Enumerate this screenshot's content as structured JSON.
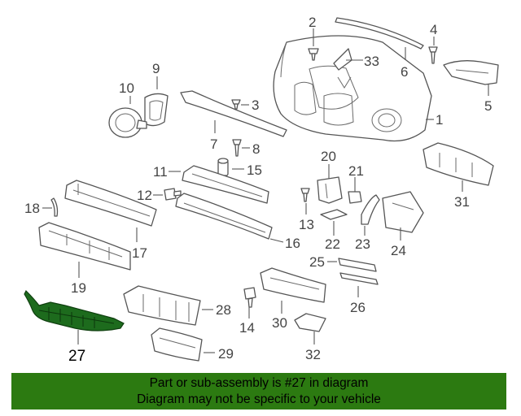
{
  "diagram": {
    "highlighted_part": "27",
    "callouts": {
      "p1": "1",
      "p2": "2",
      "p3": "3",
      "p4": "4",
      "p5": "5",
      "p6": "6",
      "p7": "7",
      "p8": "8",
      "p9": "9",
      "p10": "10",
      "p11": "11",
      "p12": "12",
      "p13": "13",
      "p14": "14",
      "p15": "15",
      "p16": "16",
      "p17": "17",
      "p18": "18",
      "p19": "19",
      "p20": "20",
      "p21": "21",
      "p22": "22",
      "p23": "23",
      "p24": "24",
      "p25": "25",
      "p26": "26",
      "p27": "27",
      "p28": "28",
      "p29": "29",
      "p30": "30",
      "p31": "31",
      "p32": "32",
      "p33": "33"
    }
  },
  "banner": {
    "line1": "Part or sub-assembly is #27 in diagram",
    "line2": "Diagram may not be specific to your vehicle"
  },
  "colors": {
    "banner_bg": "#2c7a11",
    "highlight_part": "#1d6b1d",
    "line_art": "#555555"
  }
}
